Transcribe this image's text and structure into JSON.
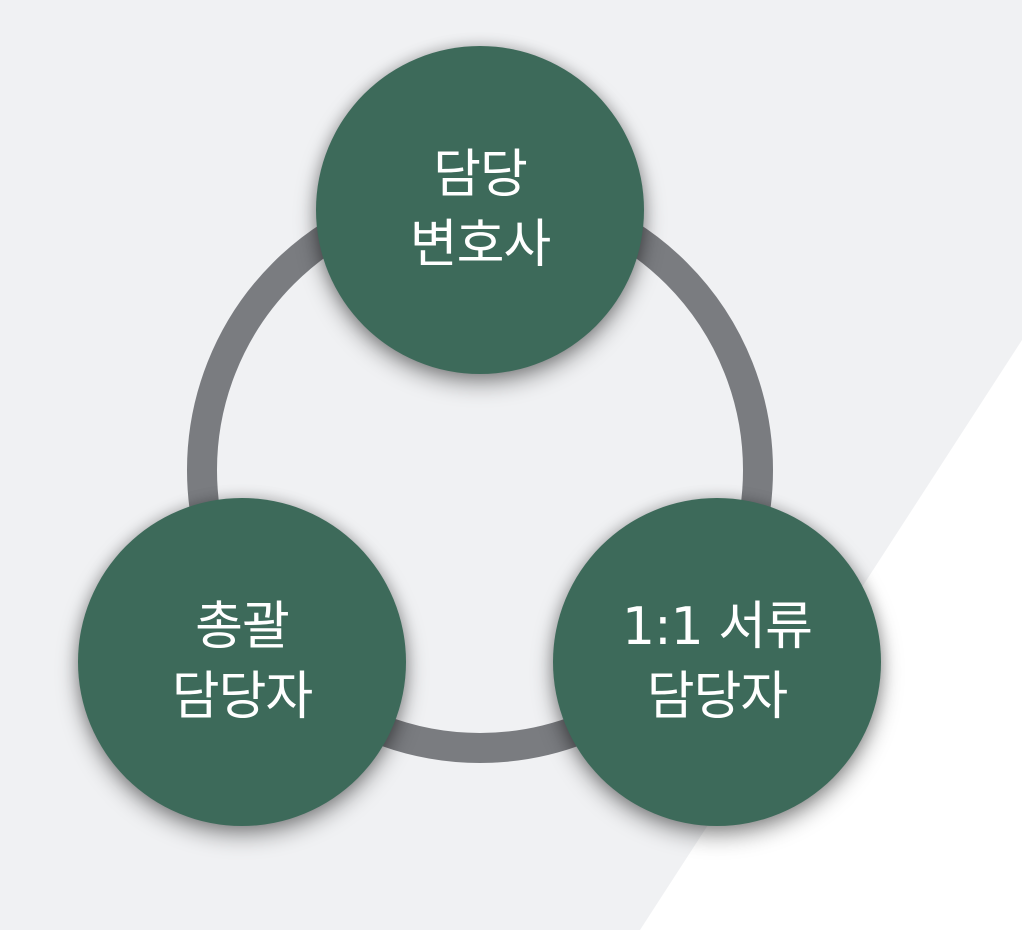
{
  "diagram": {
    "nodes": [
      {
        "id": "top",
        "lines": [
          "담당",
          "변호사"
        ]
      },
      {
        "id": "left",
        "lines": [
          "총괄",
          "담당자"
        ]
      },
      {
        "id": "right",
        "lines": [
          "1:1 서류",
          "담당자"
        ]
      }
    ],
    "colors": {
      "node_fill": "#3d6a5a",
      "ring": "#7a7c80",
      "background": "#f0f1f3",
      "background_accent": "#ffffff",
      "text": "#ffffff"
    }
  }
}
